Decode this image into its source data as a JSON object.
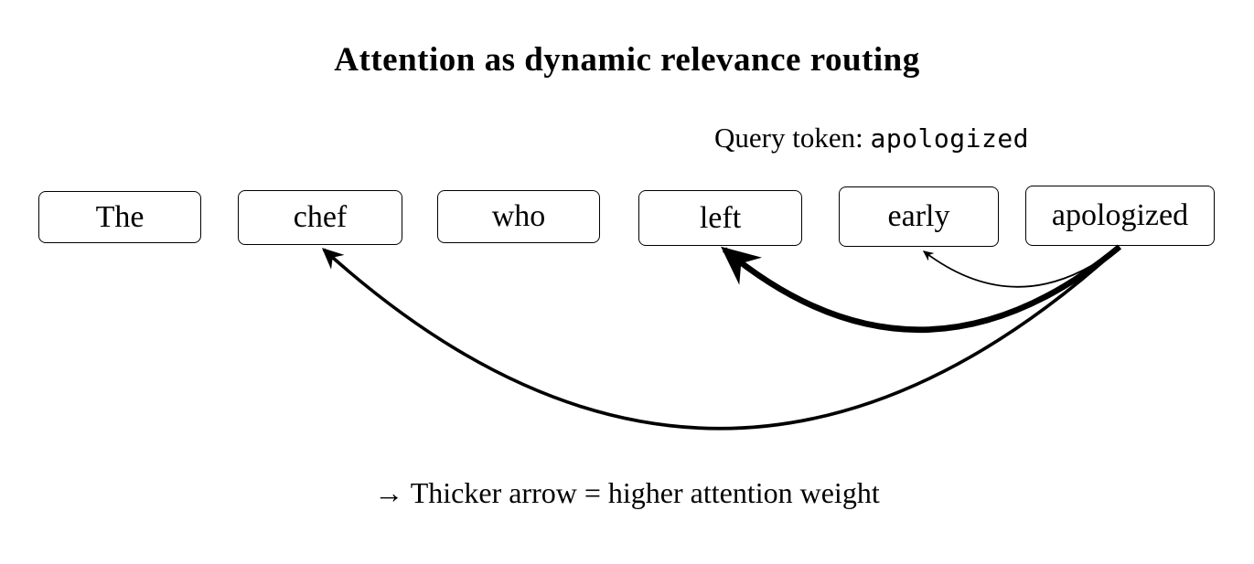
{
  "title": "Attention as dynamic relevance routing",
  "query": {
    "label": "Query token:",
    "token": "apologized"
  },
  "tokens": [
    {
      "label": "The"
    },
    {
      "label": "chef"
    },
    {
      "label": "who"
    },
    {
      "label": "left"
    },
    {
      "label": "early"
    },
    {
      "label": "apologized"
    }
  ],
  "arrows": [
    {
      "from": "apologized",
      "to": "chef",
      "weight": "medium",
      "stroke_width": 3.6
    },
    {
      "from": "apologized",
      "to": "left",
      "weight": "highest",
      "stroke_width": 6.5
    },
    {
      "from": "apologized",
      "to": "early",
      "weight": "low",
      "stroke_width": 1.8
    }
  ],
  "legend": {
    "text": "→ Thicker arrow = higher attention weight"
  },
  "colors": {
    "ink": "#000000",
    "paper": "#ffffff"
  }
}
